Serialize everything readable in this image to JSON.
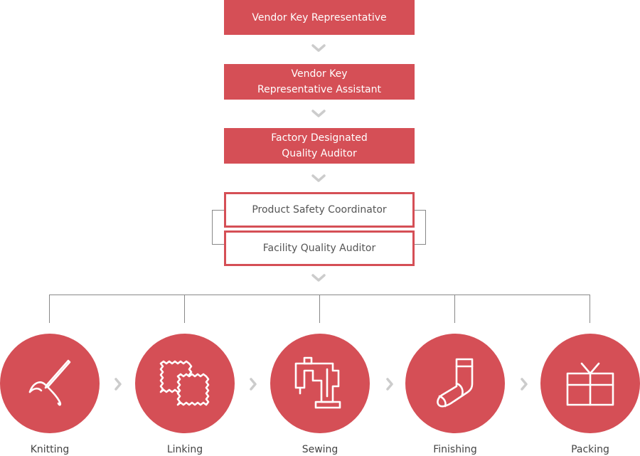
{
  "hierarchy": [
    {
      "label": "Vendor Key Representative",
      "style": "filled"
    },
    {
      "label": "Vendor Key\nRepresentative Assistant",
      "style": "filled"
    },
    {
      "label": "Factory Designated\nQuality Auditor",
      "style": "filled"
    },
    {
      "label": "Product Safety Coordinator",
      "style": "outline"
    },
    {
      "label": "Facility Quality Auditor",
      "style": "outline"
    }
  ],
  "process_steps": [
    {
      "label": "Knitting",
      "icon": "needle-thread-icon"
    },
    {
      "label": "Linking",
      "icon": "fabric-swatches-icon"
    },
    {
      "label": "Sewing",
      "icon": "sewing-machine-icon"
    },
    {
      "label": "Finishing",
      "icon": "sock-icon"
    },
    {
      "label": "Packing",
      "icon": "gift-box-icon"
    }
  ],
  "colors": {
    "accent": "#d54f56",
    "connector": "#888888",
    "chevron": "#cccccc"
  }
}
